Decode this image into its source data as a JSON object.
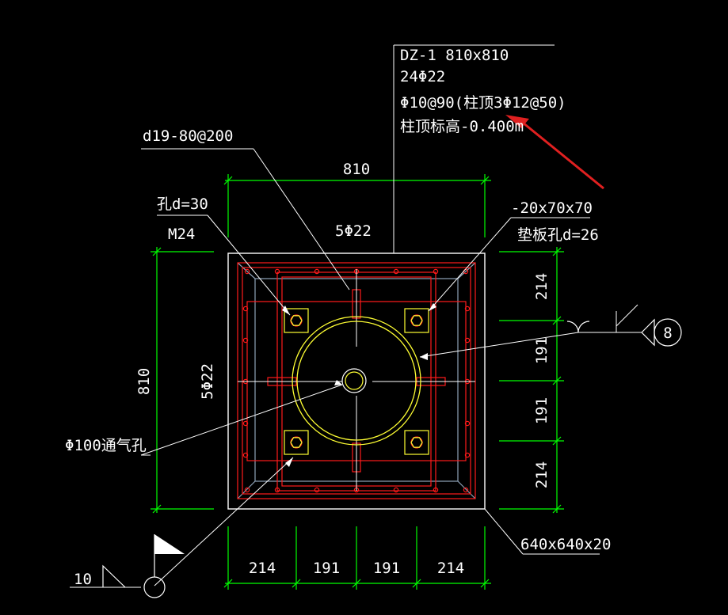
{
  "colors": {
    "background": "#000000",
    "dimension": "#00ff00",
    "rebar": "#ff1a1a",
    "plate": "#ffffff",
    "anchor": "#ffff33",
    "stiffener": "#8fa3b8",
    "arrow": "#e02020"
  },
  "column_note": {
    "line1": "DZ-1 810x810",
    "line2": "24Φ22",
    "line3": "Φ10@90(柱顶3Φ12@50)",
    "line4": "柱顶标高-0.400m"
  },
  "labels": {
    "stud": "d19-80@200",
    "hole": "孔d=30",
    "bolt": "M24",
    "top_rebar": "5Φ22",
    "left_rebar": "5Φ22",
    "washer": "-20x70x70",
    "washer_hole": "垫板孔d=26",
    "vent": "Φ100通气孔",
    "base_plate": "640x640x20",
    "weld_size": "10",
    "axis_number": "8"
  },
  "dimensions": {
    "top_total": "810",
    "left_total": "810",
    "bottom": [
      "214",
      "191",
      "191",
      "214"
    ],
    "right": [
      "214",
      "191",
      "191",
      "214"
    ]
  }
}
